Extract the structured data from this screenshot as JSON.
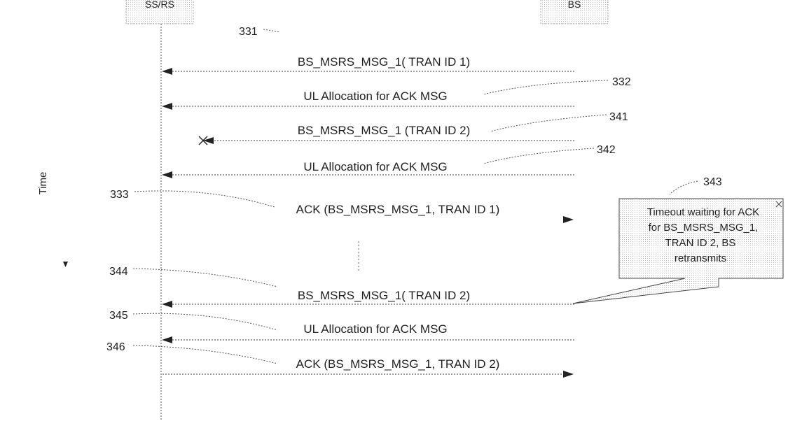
{
  "participants": [
    {
      "id": "ss",
      "label": "SS/RS"
    },
    {
      "id": "bs",
      "label": "BS"
    }
  ],
  "time_label": "Time",
  "messages": [
    {
      "id": "m1",
      "label": "BS_MSRS_MSG_1( TRAN ID 1)",
      "from": "bs",
      "to": "ss"
    },
    {
      "id": "m2",
      "label": "UL Allocation for ACK MSG",
      "from": "bs",
      "to": "ss"
    },
    {
      "id": "m3",
      "label": "BS_MSRS_MSG_1 (TRAN ID 2)",
      "from": "bs",
      "to": "ss",
      "lost": true
    },
    {
      "id": "m4",
      "label": "UL Allocation for ACK MSG",
      "from": "bs",
      "to": "ss"
    },
    {
      "id": "m5",
      "label": "ACK (BS_MSRS_MSG_1, TRAN ID 1)",
      "from": "ss",
      "to": "bs"
    },
    {
      "id": "m6",
      "label": "BS_MSRS_MSG_1( TRAN ID 2)",
      "from": "bs",
      "to": "ss"
    },
    {
      "id": "m7",
      "label": "UL Allocation for ACK MSG",
      "from": "bs",
      "to": "ss"
    },
    {
      "id": "m8",
      "label": "ACK (BS_MSRS_MSG_1, TRAN ID 2)",
      "from": "ss",
      "to": "bs"
    }
  ],
  "refs": [
    {
      "id": "r331",
      "label": "331"
    },
    {
      "id": "r332",
      "label": "332"
    },
    {
      "id": "r341",
      "label": "341"
    },
    {
      "id": "r342",
      "label": "342"
    },
    {
      "id": "r343",
      "label": "343"
    },
    {
      "id": "r333",
      "label": "333"
    },
    {
      "id": "r344",
      "label": "344"
    },
    {
      "id": "r345",
      "label": "345"
    },
    {
      "id": "r346",
      "label": "346"
    }
  ],
  "note": {
    "lines": [
      "Timeout waiting for ACK",
      "for BS_MSRS_MSG_1,",
      "TRAN ID 2, BS",
      "retransmits"
    ]
  }
}
